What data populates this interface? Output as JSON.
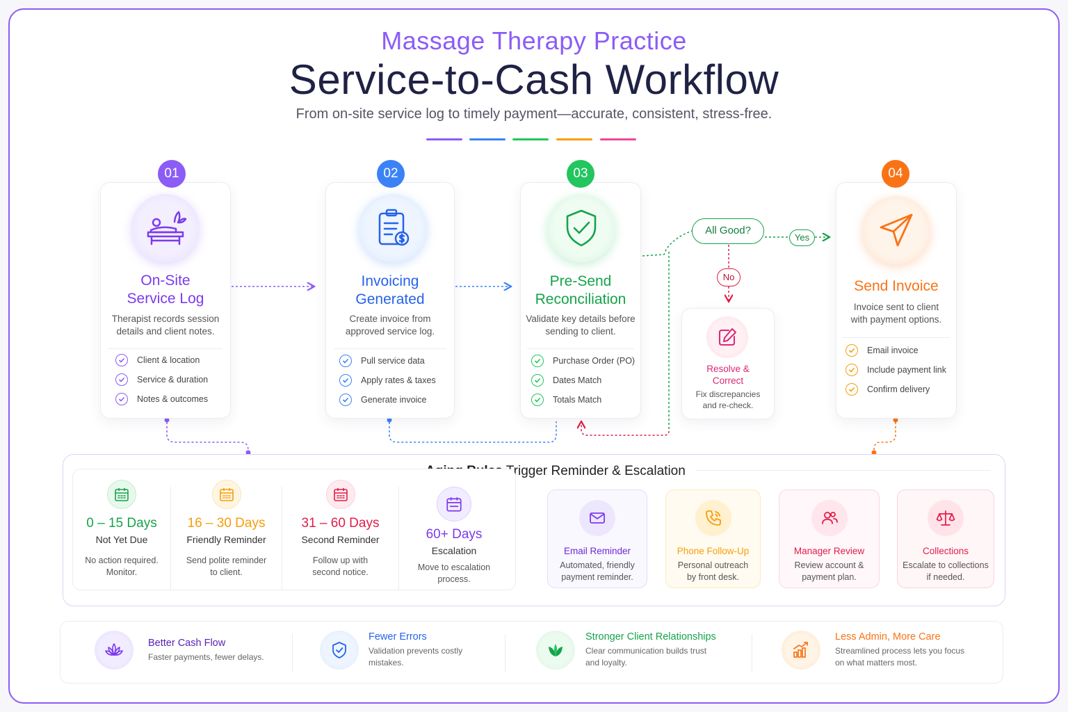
{
  "header": {
    "pretitle": "Massage Therapy Practice",
    "title": "Service-to-Cash Workflow",
    "subtitle": "From on-site service log to timely payment—accurate, consistent, stress-free."
  },
  "colors": {
    "purple": "#8b5cf6",
    "blue": "#3b82f6",
    "green": "#22c55e",
    "orange": "#f59e0b",
    "pink": "#ec4899",
    "red": "#e11d48"
  },
  "steps": [
    {
      "number": "01",
      "title_line1": "On-Site",
      "title_line2": "Service Log",
      "desc_line1": "Therapist records session",
      "desc_line2": "details and client notes.",
      "checks": [
        "Client & location",
        "Service & duration",
        "Notes & outcomes"
      ]
    },
    {
      "number": "02",
      "title_line1": "Invoicing",
      "title_line2": "Generated",
      "desc_line1": "Create invoice from",
      "desc_line2": "approved service log.",
      "checks": [
        "Pull service data",
        "Apply rates & taxes",
        "Generate invoice"
      ]
    },
    {
      "number": "03",
      "title_line1": "Pre-Send",
      "title_line2": "Reconciliation",
      "desc_line1": "Validate key details before",
      "desc_line2": "sending to client.",
      "checks": [
        "Purchase Order (PO)",
        "Dates Match",
        "Totals Match"
      ]
    },
    {
      "number": "04",
      "title_line1": "Send Invoice",
      "desc_line1": "Invoice sent to client",
      "desc_line2": "with payment options.",
      "checks": [
        "Email invoice",
        "Include payment link",
        "Confirm delivery"
      ]
    }
  ],
  "decision": {
    "question": "All Good?",
    "yes": "Yes",
    "no": "No",
    "resolve_title_line1": "Resolve &",
    "resolve_title_line2": "Correct",
    "resolve_desc_line1": "Fix discrepancies",
    "resolve_desc_line2": "and re-check."
  },
  "aging": {
    "title_bold": "Aging Rules",
    "title_rest": "Trigger Reminder & Escalation",
    "buckets": [
      {
        "range": "0 – 15 Days",
        "label": "Not Yet Due",
        "desc_line1": "No action required.",
        "desc_line2": "Monitor."
      },
      {
        "range": "16 – 30 Days",
        "label": "Friendly Reminder",
        "desc_line1": "Send polite reminder",
        "desc_line2": "to client."
      },
      {
        "range": "31 – 60 Days",
        "label": "Second Reminder",
        "desc_line1": "Follow up with",
        "desc_line2": "second notice."
      },
      {
        "range": "60+ Days",
        "label": "Escalation",
        "desc_line1": "Move to escalation",
        "desc_line2": "process."
      }
    ],
    "escalation": [
      {
        "title": "Email Reminder",
        "desc_line1": "Automated, friendly",
        "desc_line2": "payment reminder."
      },
      {
        "title": "Phone Follow-Up",
        "desc_line1": "Personal outreach",
        "desc_line2": "by front desk."
      },
      {
        "title": "Manager Review",
        "desc_line1": "Review account &",
        "desc_line2": "payment plan."
      },
      {
        "title": "Collections",
        "desc_line1": "Escalate to collections",
        "desc_line2": "if needed."
      }
    ]
  },
  "benefits": [
    {
      "title": "Better Cash Flow",
      "desc_line1": "Faster payments, fewer delays.",
      "desc_line2": ""
    },
    {
      "title": "Fewer Errors",
      "desc_line1": "Validation prevents costly",
      "desc_line2": "mistakes."
    },
    {
      "title": "Stronger Client Relationships",
      "desc_line1": "Clear communication builds trust",
      "desc_line2": "and loyalty."
    },
    {
      "title": "Less Admin, More Care",
      "desc_line1": "Streamlined process lets you focus",
      "desc_line2": "on what matters most."
    }
  ]
}
